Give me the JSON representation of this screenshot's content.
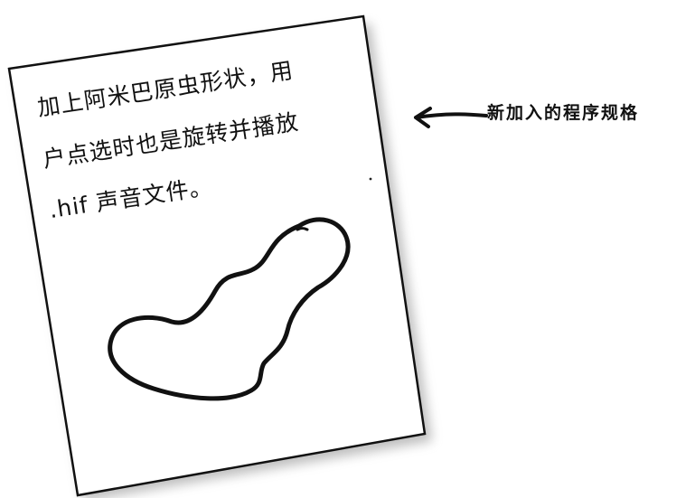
{
  "note_card": {
    "line1": "加上阿米巴原虫形状，用",
    "line2": "户点选时也是旋转并播放",
    "line3": ".hif 声音文件。"
  },
  "annotation": {
    "text": "新加入的程序规格"
  },
  "colors": {
    "ink": "#111111",
    "paper": "#ffffff",
    "shadow": "#9a9a9a"
  },
  "icons": {
    "arrow": "left-arrow-icon",
    "shape": "amoeba-outline-icon"
  }
}
